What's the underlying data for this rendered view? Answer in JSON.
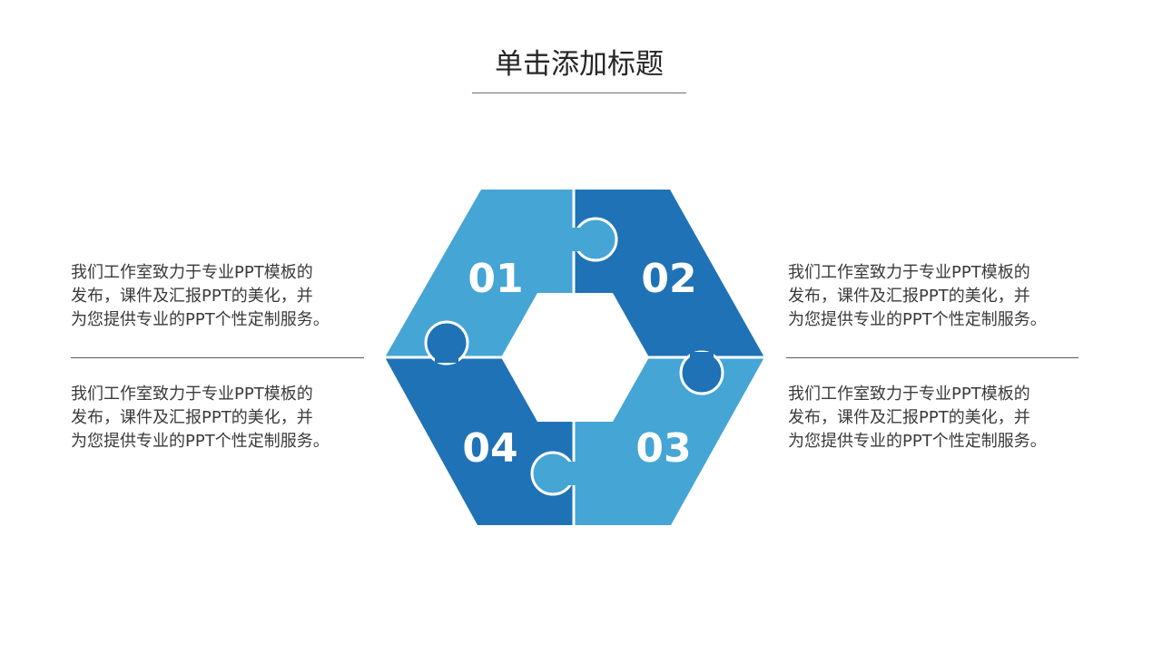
{
  "slide": {
    "title": "单击添加标题"
  },
  "colors": {
    "light_blue": "#45A5D5",
    "dark_blue": "#1F72B6",
    "seam": "#ffffff",
    "text": "#3a3a3a",
    "divider": "#595959"
  },
  "diagram": {
    "type": "hexagon-puzzle-cycle",
    "pieces": [
      {
        "number": "01",
        "position": "top-left",
        "color": "light_blue"
      },
      {
        "number": "02",
        "position": "top-right",
        "color": "dark_blue"
      },
      {
        "number": "03",
        "position": "bottom-right",
        "color": "light_blue"
      },
      {
        "number": "04",
        "position": "bottom-left",
        "color": "dark_blue"
      }
    ]
  },
  "text_blocks": {
    "top_left": {
      "lines": [
        "我们工作室致力于专业PPT模板的",
        "发布，课件及汇报PPT的美化，并",
        "为您提供专业的PPT个性定制服务。"
      ]
    },
    "bottom_left": {
      "lines": [
        "我们工作室致力于专业PPT模板的",
        "发布，课件及汇报PPT的美化，并",
        "为您提供专业的PPT个性定制服务。"
      ]
    },
    "top_right": {
      "lines": [
        "我们工作室致力于专业PPT模板的",
        "发布，课件及汇报PPT的美化，并",
        "为您提供专业的PPT个性定制服务。"
      ]
    },
    "bottom_right": {
      "lines": [
        "我们工作室致力于专业PPT模板的",
        "发布，课件及汇报PPT的美化，并",
        "为您提供专业的PPT个性定制服务。"
      ]
    }
  }
}
